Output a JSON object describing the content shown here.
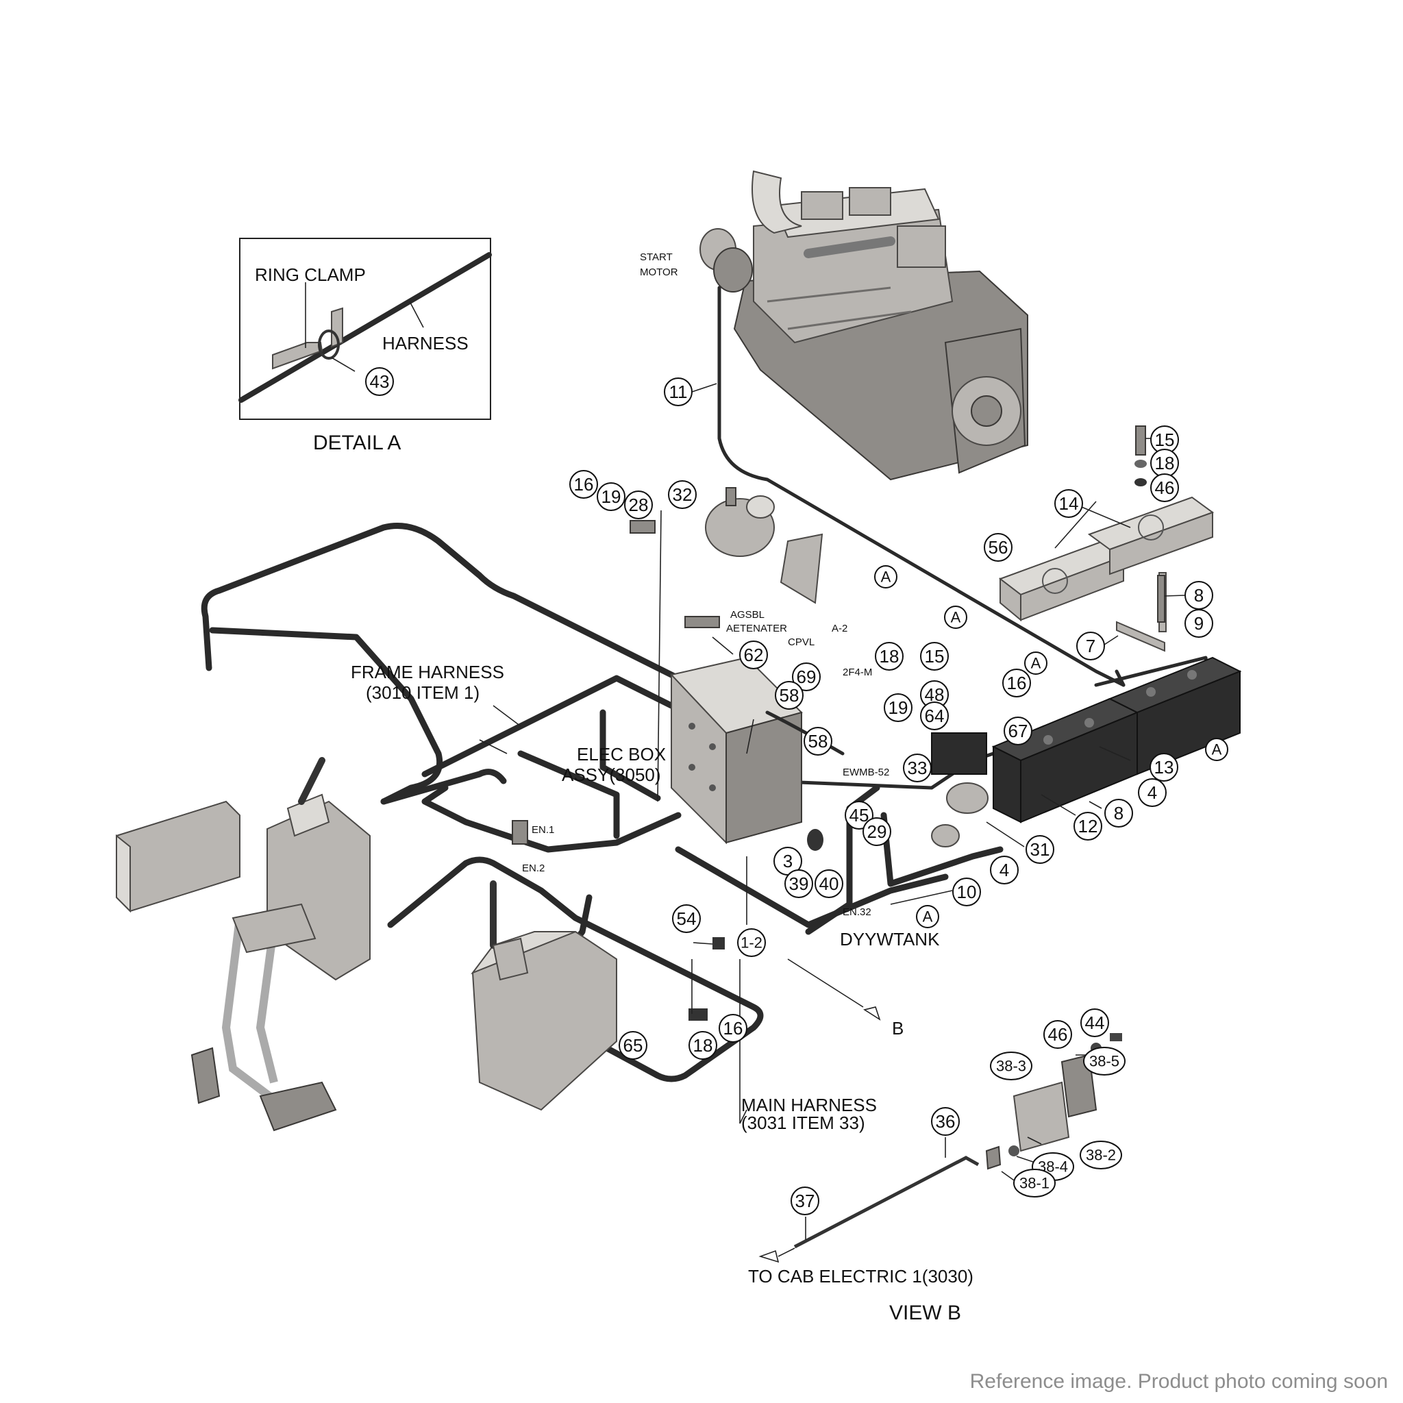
{
  "detail_a": {
    "title": "DETAIL A",
    "ring_clamp": "RING CLAMP",
    "harness": "HARNESS",
    "item": "43"
  },
  "labels": {
    "start_motor_1": "START",
    "start_motor_2": "MOTOR",
    "frame_harness_1": "FRAME HARNESS",
    "frame_harness_2": "(3010 ITEM 1)",
    "elec_box_1": "ELEC BOX",
    "elec_box_2": "ASSY(3050)",
    "agsbl_1": "AGSBL",
    "agsbl_2": "AETENATER",
    "cpvl": "CPVL",
    "a2": "A-2",
    "f4m": "2F4-M",
    "ewmb": "EWMB-52",
    "en1": "EN.1",
    "en2": "EN.2",
    "en32": "EN.32",
    "dywwtank": "DYYWTANK",
    "b_arrow": "B",
    "main_harness_1": "MAIN HARNESS",
    "main_harness_2": "(3031 ITEM 33)",
    "to_cab": "TO CAB ELECTRIC 1(3030)",
    "view_b": "VIEW B",
    "section_a": "A"
  },
  "callouts": {
    "c11": "11",
    "c15a": "15",
    "c18a": "18",
    "c46a": "46",
    "c14": "14",
    "c56": "56",
    "c8a": "8",
    "c9": "9",
    "c7": "7",
    "c16a": "16",
    "c19a": "19",
    "c28": "28",
    "c32": "32",
    "c62": "62",
    "c18b": "18",
    "c69": "69",
    "c58a": "58",
    "c58b": "58",
    "c19b": "19",
    "c15b": "15",
    "c16b": "16",
    "c48": "48",
    "c64": "64",
    "c67": "67",
    "c33": "33",
    "c13": "13",
    "c12": "12",
    "c8b": "8",
    "c4a": "4",
    "c45": "45",
    "c29": "29",
    "c31": "31",
    "c3": "3",
    "c39": "39",
    "c40": "40",
    "c10": "10",
    "c4b": "4",
    "c54": "54",
    "c12b": "1-2",
    "c65": "65",
    "c18c": "18",
    "c16c": "16",
    "c36": "36",
    "c37": "37",
    "c44": "44",
    "c46b": "46",
    "c383": "38-3",
    "c385": "38-5",
    "c382": "38-2",
    "c384": "38-4",
    "c381": "38-1"
  },
  "watermark": "Reference image. Product photo coming soon"
}
